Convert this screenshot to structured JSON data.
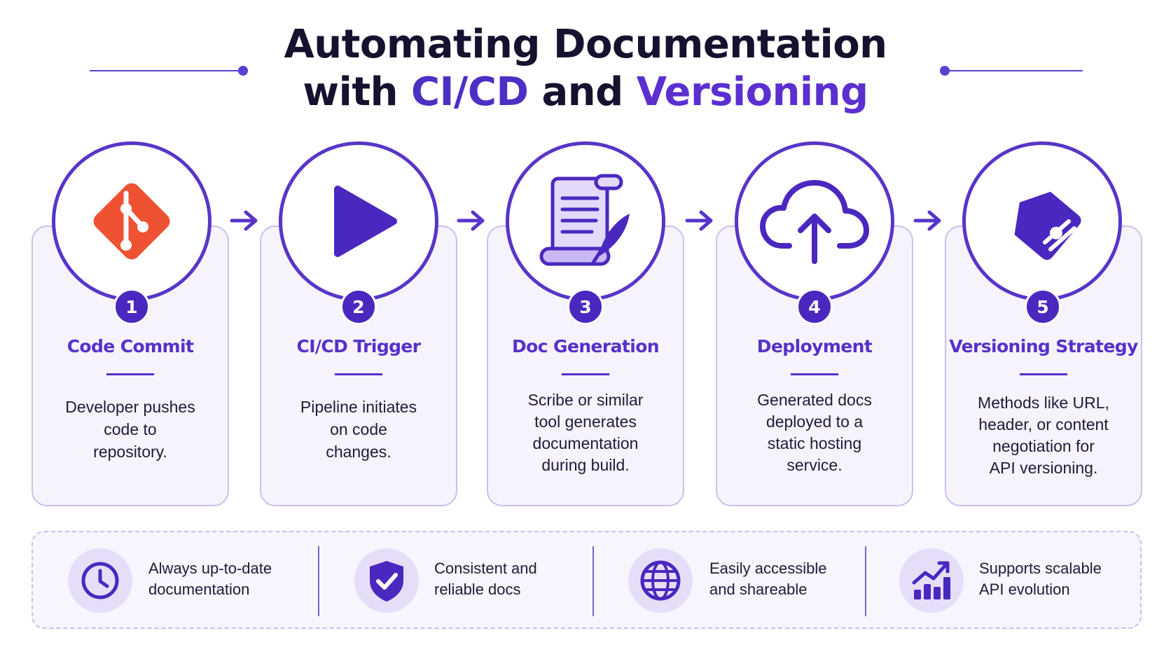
{
  "title": {
    "line1": "Automating Documentation",
    "line2_prefix": "with ",
    "line2_accent1": "CI/CD",
    "line2_middle": " and ",
    "line2_accent2": "Versioning"
  },
  "steps": [
    {
      "number": "1",
      "title": "Code Commit",
      "icon": "git-icon",
      "desc": [
        "Developer pushes",
        "code to",
        "repository."
      ]
    },
    {
      "number": "2",
      "title": "CI/CD Trigger",
      "icon": "play-icon",
      "desc": [
        "Pipeline initiates",
        "on code",
        "changes."
      ]
    },
    {
      "number": "3",
      "title": "Doc Generation",
      "icon": "scroll-quill-icon",
      "desc": [
        "Scribe or similar",
        "tool generates",
        "documentation",
        "during build."
      ]
    },
    {
      "number": "4",
      "title": "Deployment",
      "icon": "cloud-upload-icon",
      "desc": [
        "Generated docs",
        "deployed to a",
        "static hosting",
        "service."
      ]
    },
    {
      "number": "5",
      "title": "Versioning Strategy",
      "icon": "tag-icon",
      "desc": [
        "Methods like URL,",
        "header, or content",
        "negotiation for",
        "API versioning."
      ]
    }
  ],
  "benefits": [
    {
      "icon": "clock-icon",
      "lines": [
        "Always up-to-date",
        "documentation"
      ]
    },
    {
      "icon": "shield-check-icon",
      "lines": [
        "Consistent and",
        "reliable docs"
      ]
    },
    {
      "icon": "globe-icon",
      "lines": [
        "Easily accessible",
        "and shareable"
      ]
    },
    {
      "icon": "growth-chart-icon",
      "lines": [
        "Supports scalable",
        "API evolution"
      ]
    }
  ],
  "colors": {
    "primary": "#5835c8",
    "badge": "#4a28bf",
    "git": "#ef5233",
    "card_bg": "#f6f3fd",
    "card_border": "#cdbff0",
    "icon_light": "#e6def9"
  }
}
